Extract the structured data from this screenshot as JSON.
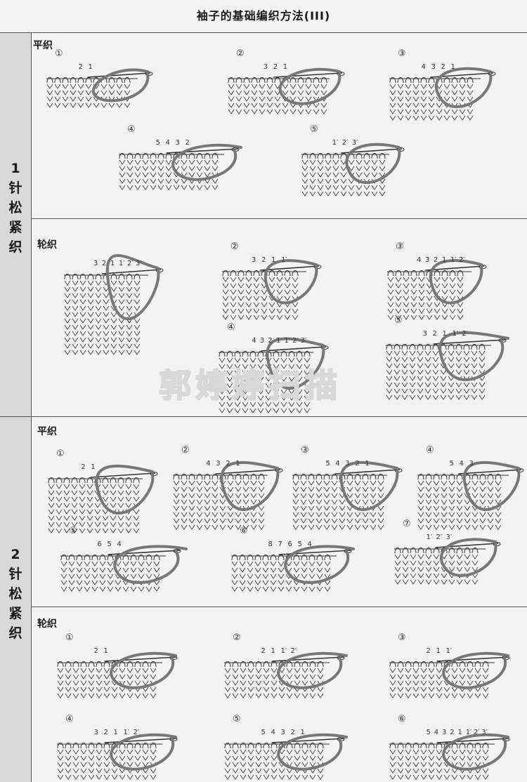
{
  "title": "袖子的基础编织方法(III)",
  "sections": [
    {
      "label": "1针松紧织",
      "label_chars": [
        "1",
        "针",
        "松",
        "紧",
        "织"
      ],
      "subsections": [
        {
          "label": "平织",
          "steps": [
            {
              "num": "①",
              "marks": [
                "2",
                "1"
              ]
            },
            {
              "num": "②",
              "marks": [
                "3",
                "2",
                "1"
              ]
            },
            {
              "num": "③",
              "marks": [
                "4",
                "3",
                "2",
                "1"
              ]
            },
            {
              "num": "④",
              "marks": [
                "5",
                "4",
                "3",
                "2"
              ]
            },
            {
              "num": "⑤",
              "marks": [
                "1′",
                "2′",
                "3′"
              ]
            }
          ]
        },
        {
          "label": "轮织",
          "steps": [
            {
              "num": "",
              "marks": [
                "3",
                "2",
                "1",
                "1′",
                "2′",
                "3′"
              ]
            },
            {
              "num": "②",
              "marks": [
                "3",
                "2",
                "1",
                "1′"
              ]
            },
            {
              "num": "③",
              "marks": [
                "4",
                "3",
                "2",
                "1",
                "1′",
                "2′"
              ]
            },
            {
              "num": "④",
              "marks": [
                "4",
                "3",
                "2",
                "1",
                "1′",
                "2′",
                "3′"
              ]
            },
            {
              "num": "⑤",
              "marks": [
                "3",
                "2",
                "1",
                "1′",
                "2′"
              ]
            }
          ]
        }
      ]
    },
    {
      "label": "2针松紧织",
      "label_chars": [
        "2",
        "针",
        "松",
        "紧",
        "织"
      ],
      "subsections": [
        {
          "label": "平织",
          "steps": [
            {
              "num": "①",
              "marks": [
                "2",
                "1"
              ]
            },
            {
              "num": "②",
              "marks": [
                "4",
                "3",
                "2",
                "1"
              ]
            },
            {
              "num": "③",
              "marks": [
                "5",
                "4",
                "3",
                "2",
                "1"
              ]
            },
            {
              "num": "④",
              "marks": [
                "5",
                "4",
                "3"
              ]
            },
            {
              "num": "⑤",
              "marks": [
                "6",
                "5",
                "4"
              ]
            },
            {
              "num": "⑥",
              "marks": [
                "8",
                "7",
                "6",
                "5",
                "4"
              ]
            },
            {
              "num": "⑦",
              "marks": [
                "1′",
                "2′",
                "3′"
              ]
            }
          ]
        },
        {
          "label": "轮织",
          "steps": [
            {
              "num": "①",
              "marks": [
                "2",
                "1"
              ]
            },
            {
              "num": "②",
              "marks": [
                "2",
                "1",
                "1′",
                "2′"
              ]
            },
            {
              "num": "③",
              "marks": [
                "2",
                "1",
                "1′"
              ]
            },
            {
              "num": "④",
              "marks": [
                "3",
                "2",
                "1",
                "1′",
                "2′"
              ]
            },
            {
              "num": "⑤",
              "marks": [
                "5",
                "4",
                "3",
                "2",
                "1"
              ]
            },
            {
              "num": "⑥",
              "marks": [
                "5",
                "4",
                "3",
                "2",
                "1",
                "1′",
                "2′",
                "3′"
              ]
            }
          ]
        }
      ]
    }
  ],
  "watermark": "郭婷婷扫描",
  "colors": {
    "yarn": "#777777",
    "line": "#333333",
    "bg": "#f3f3f1",
    "sidebar": "#d9d9d6"
  },
  "icons": {
    "needle": "sewing-needle-icon",
    "arrow": "up-arrow-icon"
  }
}
